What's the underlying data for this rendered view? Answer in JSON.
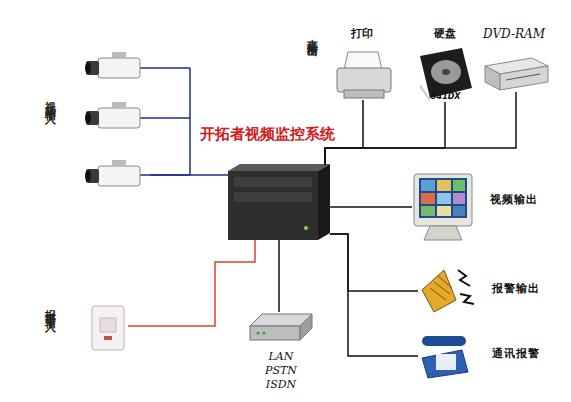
{
  "diagram": {
    "nodes": [
      {
        "text": [
          "开拓者视频监控系统"
        ]
      },
      {
        "text": [
          "视频输入"
        ]
      },
      {
        "text": [
          "报警输入"
        ]
      },
      {
        "text": [
          "打印"
        ]
      },
      {
        "text": [
          "硬盘",
          "541DX"
        ]
      },
      {
        "text": [
          "DVD-RAM"
        ]
      },
      {
        "text": [
          "视频输出"
        ]
      },
      {
        "text": [
          "报警输出"
        ]
      },
      {
        "text": [
          "通讯报警"
        ]
      },
      {
        "text": [
          "LAN PSTN ISDN"
        ]
      }
    ],
    "edges": [
      {
        "from": 1,
        "to": 0,
        "arrow": "none"
      },
      {
        "from": 2,
        "to": 0,
        "arrow": "none"
      },
      {
        "from": 0,
        "to": 3,
        "arrow": "none"
      },
      {
        "from": 0,
        "to": 4,
        "arrow": "none"
      },
      {
        "from": 0,
        "to": 5,
        "arrow": "none"
      },
      {
        "from": 0,
        "to": 6,
        "arrow": "none"
      },
      {
        "from": 0,
        "to": 7,
        "arrow": "none"
      },
      {
        "from": 0,
        "to": 8,
        "arrow": "none"
      },
      {
        "from": 0,
        "to": 9,
        "arrow": "none"
      }
    ],
    "labels": [
      "支持输出"
    ]
  }
}
